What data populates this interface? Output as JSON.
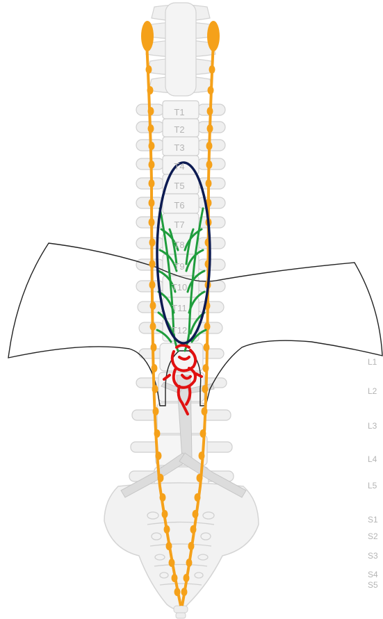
{
  "diagram": {
    "thoracic_labels": [
      "T1",
      "T2",
      "T3",
      "T4",
      "T5",
      "T6",
      "T7",
      "T8",
      "T9",
      "T10",
      "T11",
      "T12"
    ],
    "lumbar_labels": [
      "L1",
      "L2",
      "L3",
      "L4",
      "L5"
    ],
    "sacral_labels": [
      "S1",
      "S2",
      "S3",
      "S4",
      "S5"
    ]
  }
}
